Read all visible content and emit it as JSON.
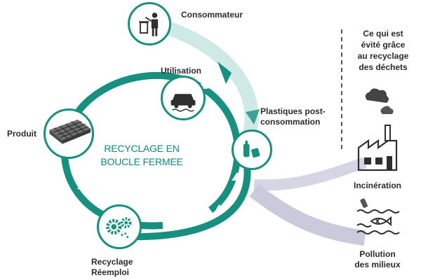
{
  "diagram": {
    "center_title_line1": "RECYCLAGE EN",
    "center_title_line2": "BOUCLE FERMEE",
    "nodes": {
      "consommateur": "Consommateur",
      "utilisation": "Utilisation",
      "plastiques_line1": "Plastiques post-",
      "plastiques_line2": "consommation",
      "produit": "Produit",
      "recyclage_line1": "Recyclage",
      "recyclage_line2": "Réemploi"
    },
    "panel": {
      "title_line1": "Ce qui est",
      "title_line2": "évité grâce",
      "title_line3": "au recyclage",
      "title_line4": "des déchets",
      "incineration": "Incinération",
      "pollution_line1": "Pollution",
      "pollution_line2": "des milieux"
    },
    "colors": {
      "teal": "#18907f",
      "light_teal": "#bfe3df",
      "grey_arrow": "#c9cbdd",
      "icon": "#2f2f2f"
    }
  }
}
